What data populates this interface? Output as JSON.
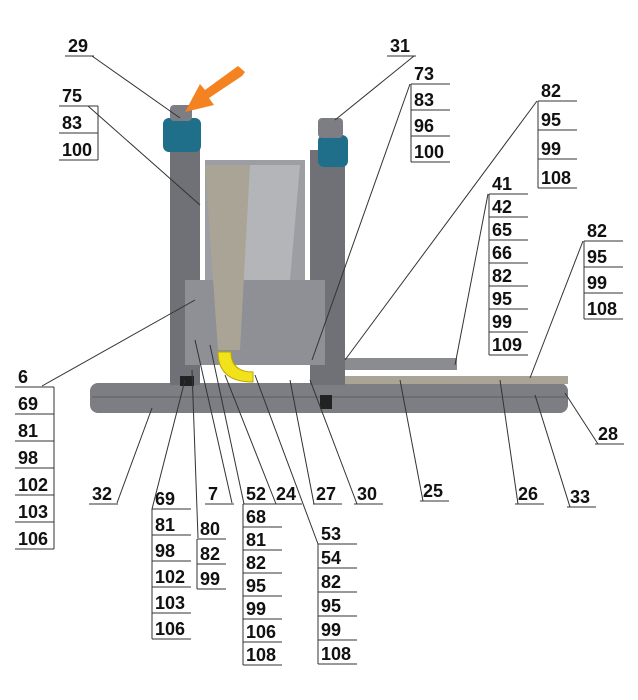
{
  "diagram": {
    "callouts": [
      {
        "id": "g29",
        "items": [
          "29"
        ]
      },
      {
        "id": "g75",
        "items": [
          "75",
          "83",
          "100"
        ]
      },
      {
        "id": "g31",
        "items": [
          "31"
        ]
      },
      {
        "id": "g73",
        "items": [
          "73",
          "83",
          "96",
          "100"
        ]
      },
      {
        "id": "g82a",
        "items": [
          "82",
          "95",
          "99",
          "108"
        ]
      },
      {
        "id": "g41",
        "items": [
          "41",
          "42",
          "65",
          "66",
          "82",
          "95",
          "99",
          "109"
        ]
      },
      {
        "id": "g82b",
        "items": [
          "82",
          "95",
          "99",
          "108"
        ]
      },
      {
        "id": "g28",
        "items": [
          "28"
        ]
      },
      {
        "id": "g6",
        "items": [
          "6",
          "69",
          "81",
          "98",
          "102",
          "103",
          "106"
        ]
      },
      {
        "id": "g32",
        "items": [
          "32"
        ]
      },
      {
        "id": "g69",
        "items": [
          "69",
          "81",
          "98",
          "102",
          "103",
          "106"
        ]
      },
      {
        "id": "g7",
        "items": [
          "7"
        ]
      },
      {
        "id": "g80",
        "items": [
          "80",
          "82",
          "99"
        ]
      },
      {
        "id": "g52",
        "items": [
          "52",
          "68",
          "81",
          "82",
          "95",
          "99",
          "106",
          "108"
        ]
      },
      {
        "id": "g24",
        "items": [
          "24"
        ]
      },
      {
        "id": "g27",
        "items": [
          "27"
        ]
      },
      {
        "id": "g53",
        "items": [
          "53",
          "54",
          "82",
          "95",
          "99",
          "108"
        ]
      },
      {
        "id": "g30",
        "items": [
          "30"
        ]
      },
      {
        "id": "g25",
        "items": [
          "25"
        ]
      },
      {
        "id": "g26",
        "items": [
          "26"
        ]
      },
      {
        "id": "g33",
        "items": [
          "33"
        ]
      }
    ],
    "colors": {
      "steel": "#8a8c90",
      "dark": "#5b5d62",
      "motor": "#1f6f8b",
      "chute": "#f2e21b",
      "arrow": "#f58220",
      "belt": "#a9a496"
    }
  }
}
